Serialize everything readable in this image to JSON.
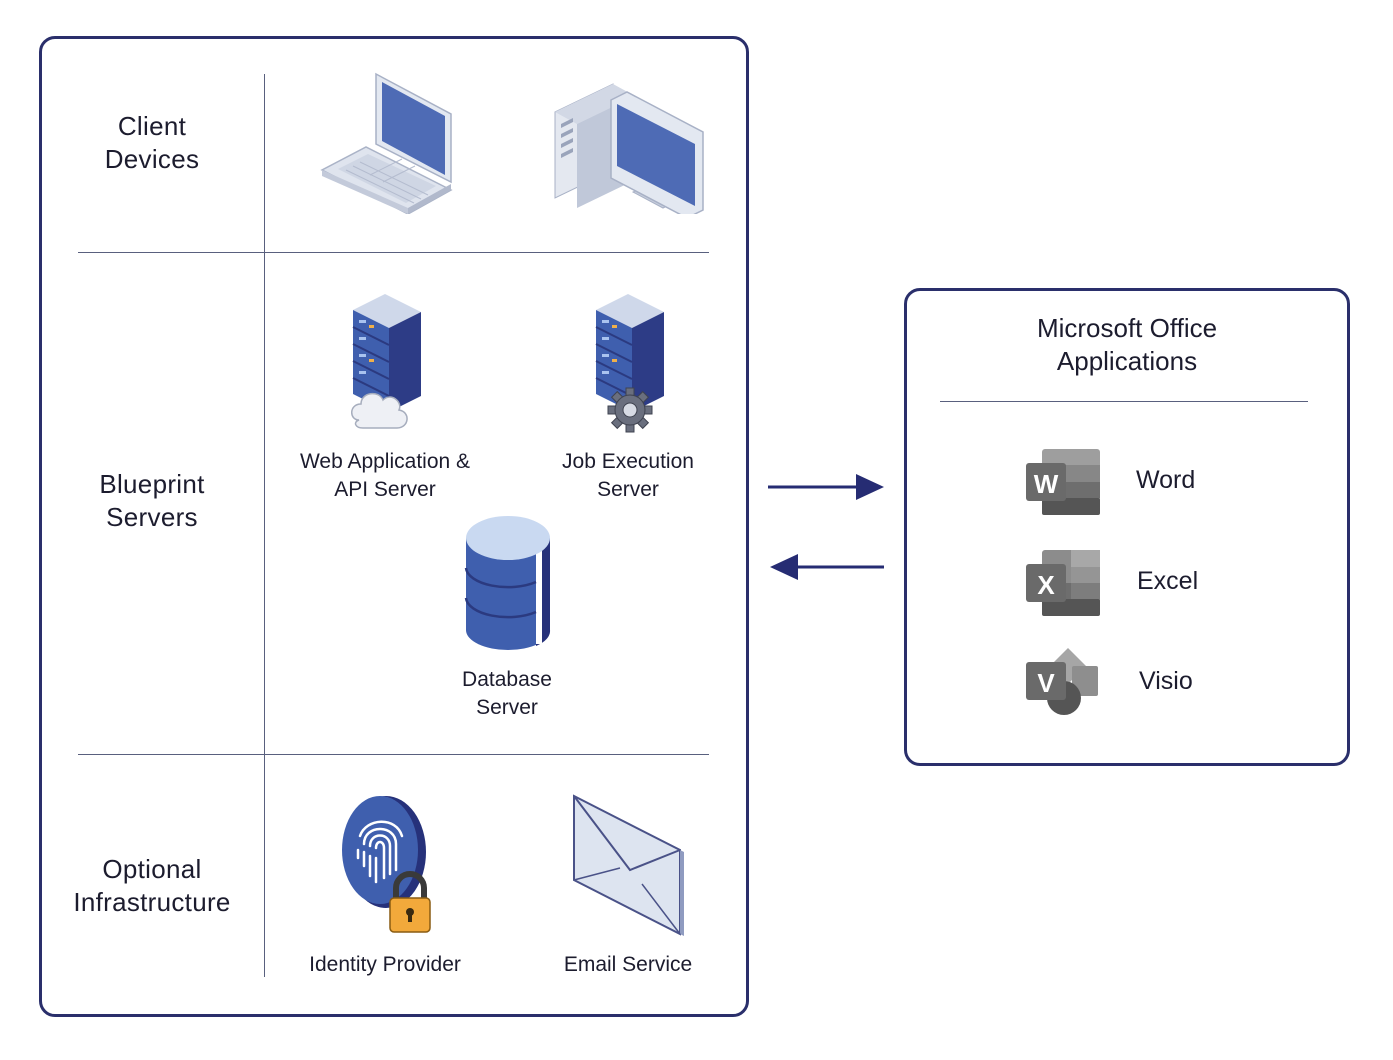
{
  "rows": {
    "client_devices": "Client\nDevices",
    "blueprint_servers": "Blueprint\nServers",
    "optional_infrastructure": "Optional\nInfrastructure"
  },
  "components": {
    "web_app_server": "Web Application &\nAPI Server",
    "job_server": "Job Execution\nServer",
    "database_server": "Database\nServer",
    "identity_provider": "Identity Provider",
    "email_service": "Email Service"
  },
  "office": {
    "title": "Microsoft Office\nApplications",
    "apps": [
      {
        "label": "Word",
        "icon_letter": "W",
        "icon": "word-icon"
      },
      {
        "label": "Excel",
        "icon_letter": "X",
        "icon": "excel-icon"
      },
      {
        "label": "Visio",
        "icon_letter": "V",
        "icon": "visio-icon"
      }
    ]
  },
  "colors": {
    "border": "#2a2f6b",
    "accent_blue": "#4e6bb5",
    "arrow": "#262c73",
    "office_gray": "#6f6f6f"
  }
}
